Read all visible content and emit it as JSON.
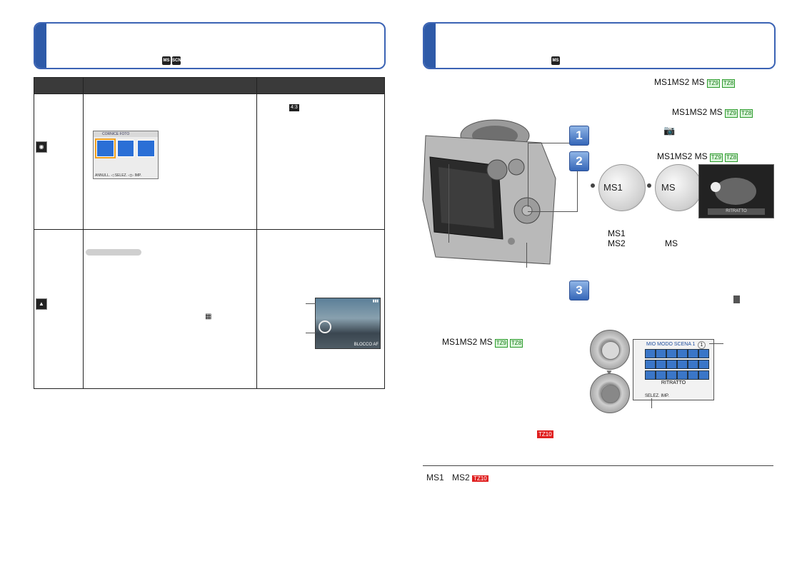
{
  "left_header": {
    "icons": [
      "MS",
      "SCN"
    ]
  },
  "right_header": {
    "icons": [
      "MS"
    ]
  },
  "left_table": {
    "row1": {
      "aspect_icon": "4:3"
    },
    "screen": {
      "title": "CORNICE FOTO",
      "footer": "ANNULL. ◁ SELEZ. ◁▷ IMP."
    },
    "camera_screen": {
      "footer": "BLOCCO AF"
    }
  },
  "right": {
    "ms_row_1": "MS1MS2 MS",
    "ms_row_2": "MS1MS2 MS",
    "ms_row_3": "MS1MS2 MS",
    "ms_row_4": "MS1MS2 MS",
    "tz9": "TZ9",
    "tz8": "TZ8",
    "tz10": "TZ10",
    "steps": [
      "1",
      "2",
      "3"
    ],
    "dial1_text": "MS1",
    "dial2_text": "MS",
    "dial_mid": {
      "line1": "MS1",
      "line2": "MS2",
      "alt": "MS"
    },
    "lcd_label": "RITRATTO",
    "menu": {
      "title": "MIO MODO SCENA 1",
      "number": "1",
      "name": "RITRATTO",
      "footer": "SELEZ. IMP."
    },
    "footer_row": {
      "ms1": "MS1",
      "ms2": "MS2",
      "tz10": "TZ10"
    }
  }
}
